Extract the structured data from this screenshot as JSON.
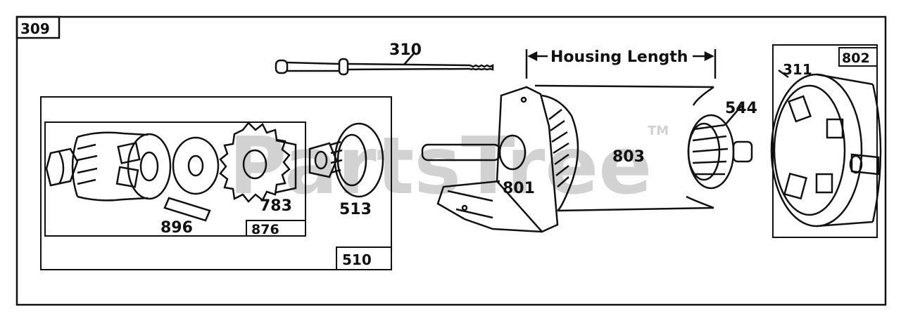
{
  "diagram": {
    "assembly_number": "309",
    "dimension_label": "Housing Length",
    "parts": {
      "p310": "310",
      "p311": "311",
      "p510": "510",
      "p513": "513",
      "p544": "544",
      "p783": "783",
      "p801": "801",
      "p802": "802",
      "p803": "803",
      "p876": "876",
      "p896": "896"
    }
  },
  "watermark": {
    "text": "PartsTree",
    "tm": "TM"
  },
  "colors": {
    "ink": "#111111",
    "watermark": "#d2d2d2",
    "background": "#ffffff"
  }
}
